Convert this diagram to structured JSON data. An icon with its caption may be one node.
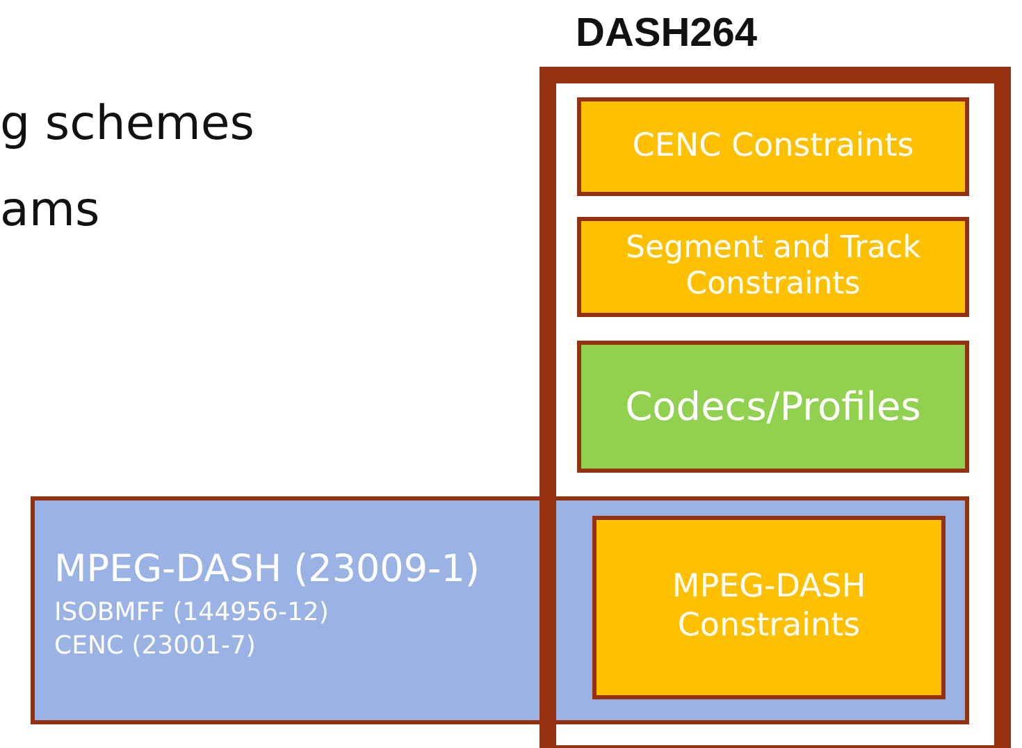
{
  "diagram": {
    "nodes": [
      {
        "text": [
          "DASH264"
        ]
      },
      {
        "text": [
          "CENC Constraints"
        ],
        "in": 0
      },
      {
        "text": [
          "Segment and Track Constraints"
        ],
        "in": 0
      },
      {
        "text": [
          "Codecs/Profiles"
        ],
        "in": 0
      },
      {
        "text": [
          "MPEG-DASH (23009-1)",
          "ISOBMFF (144956-12)",
          "CENC (23001-7)"
        ]
      },
      {
        "text": [
          "MPEG-DASH Constraints"
        ]
      }
    ],
    "labels": [
      "g schemes",
      "ams"
    ]
  }
}
